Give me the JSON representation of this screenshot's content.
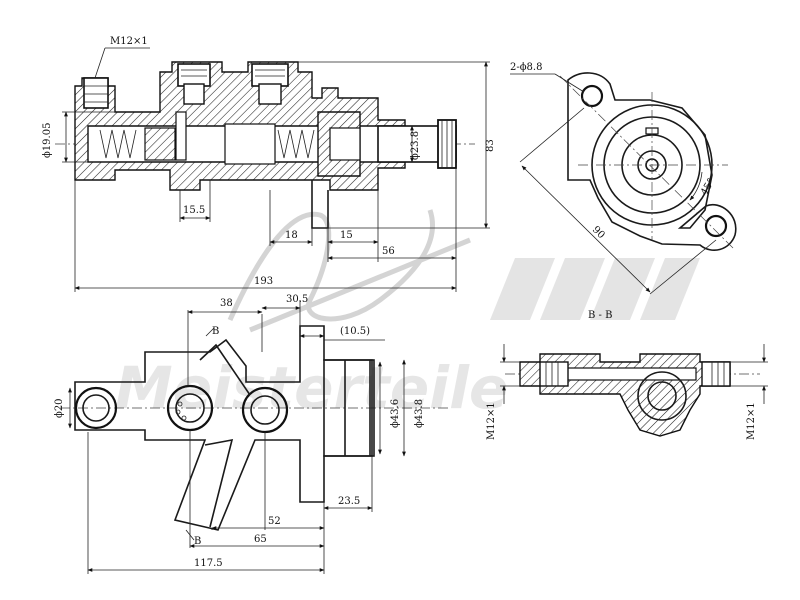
{
  "labels": {
    "m12_top": "M12×1",
    "phi_19": "ϕ19.05",
    "dim_83": "83",
    "phi_23": "ϕ23.8",
    "dim_15_5": "15.5",
    "dim_18": "18",
    "dim_15": "15",
    "dim_56": "56",
    "dim_193": "193",
    "hole_2x": "2-ϕ8.8",
    "angle_45": "45°",
    "dim_90": "90",
    "section": "B - B",
    "dim_38": "38",
    "dim_30_5": "30.5",
    "dim_10_5": "(10.5)",
    "phi_20": "ϕ20",
    "phi_43_6": "ϕ43.6",
    "phi_43_8": "ϕ43.8",
    "dim_23_5": "23.5",
    "dim_52": "52",
    "dim_65": "65",
    "dim_117_5": "117.5",
    "mark_b_top": "B",
    "mark_b_bottom": "B",
    "m12_left": "M12×1",
    "m12_right": "M12×1"
  },
  "watermark": {
    "brand": "Meisterteile",
    "registered": "®"
  }
}
